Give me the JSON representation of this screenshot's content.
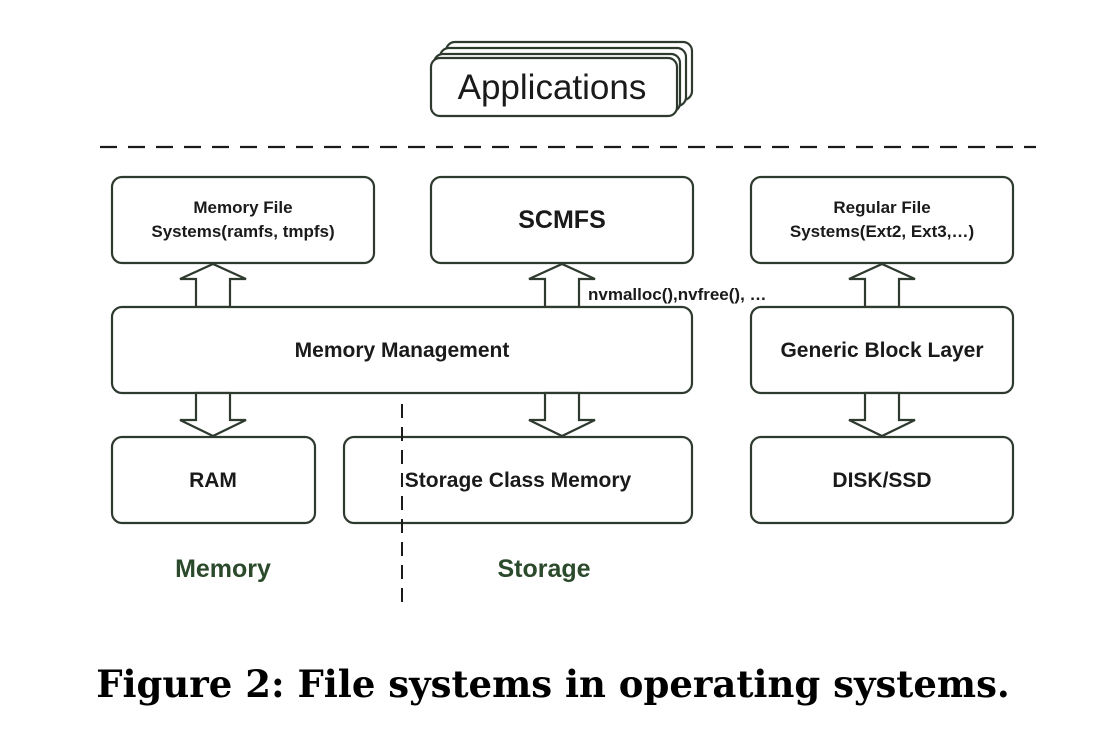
{
  "colors": {
    "stroke": "#2f3a2f",
    "text": "#1a1a1a",
    "region_label": "#2b4a2b"
  },
  "applications": {
    "label": "Applications"
  },
  "boxes": {
    "memory_fs": {
      "line1": "Memory File",
      "line2": "Systems(ramfs, tmpfs)"
    },
    "scmfs": {
      "label": "SCMFS"
    },
    "regular_fs": {
      "line1": "Regular File",
      "line2": "Systems(Ext2, Ext3,…)"
    },
    "memory_management": {
      "label": "Memory Management"
    },
    "generic_block_layer": {
      "label": "Generic Block Layer"
    },
    "ram": {
      "label": "RAM"
    },
    "storage_class_memory": {
      "label": "Storage Class Memory"
    },
    "disk_ssd": {
      "label": "DISK/SSD"
    }
  },
  "api_label": "nvmalloc(),nvfree(), …",
  "regions": {
    "memory": "Memory",
    "storage": "Storage"
  },
  "caption": "Figure 2: File systems in operating systems."
}
